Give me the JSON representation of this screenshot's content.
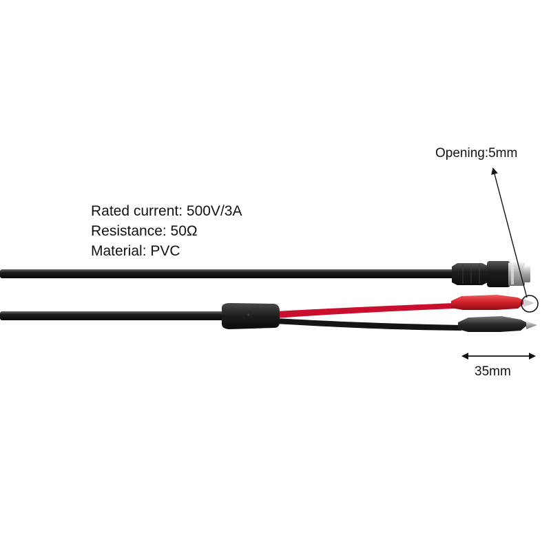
{
  "specs": {
    "rated_current": "Rated current: 500V/3A",
    "resistance": "Resistance: 50Ω",
    "material": "Material: PVC"
  },
  "annotations": {
    "opening": "Opening:5mm",
    "clip_length": "35mm"
  },
  "colors": {
    "cable": "#1a1a1a",
    "red_lead": "#c8102e",
    "red_clip": "#d21f2b",
    "black_clip": "#2a2a2a",
    "metal": "#c9c9c9",
    "background": "#ffffff"
  }
}
